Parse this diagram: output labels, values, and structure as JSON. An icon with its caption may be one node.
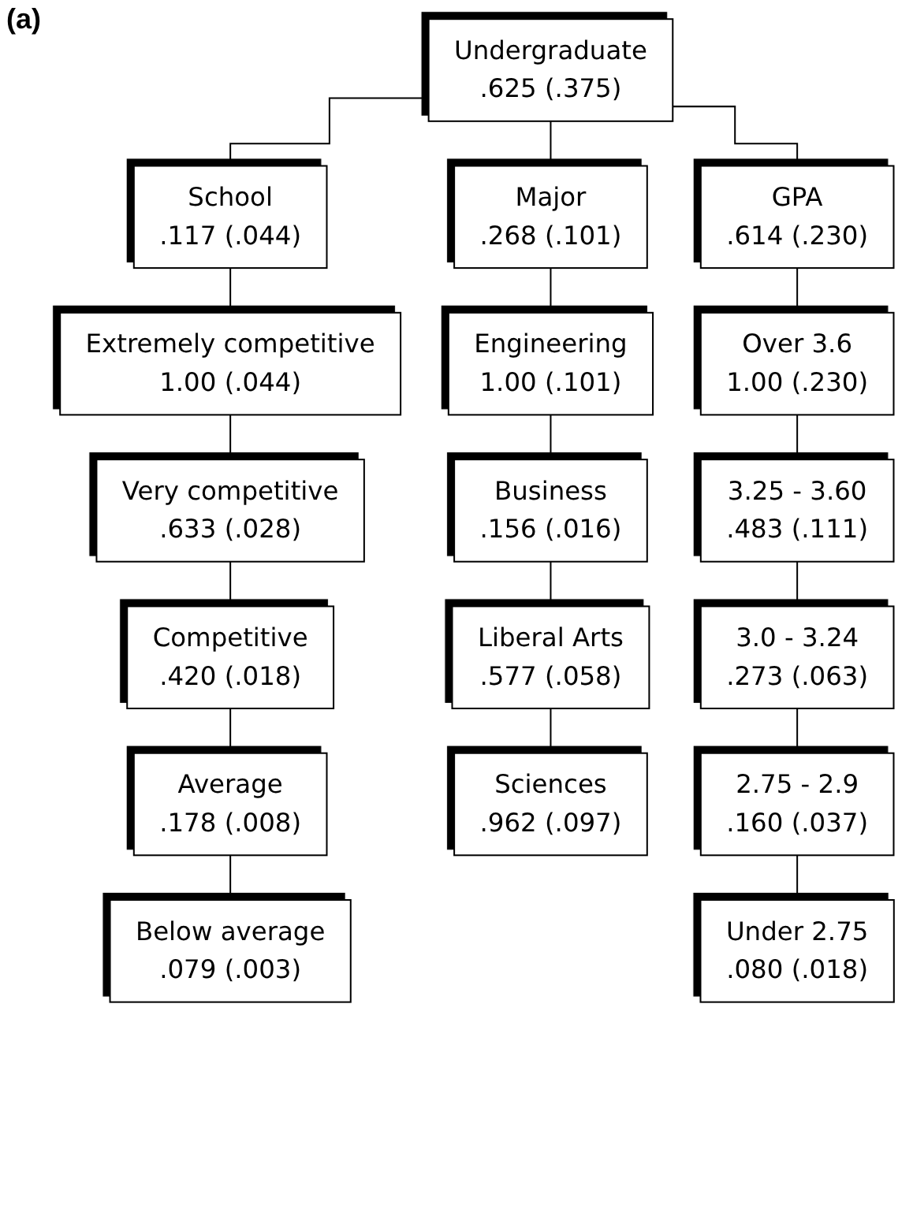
{
  "diagram": {
    "nodes": [
      {
        "text": [
          "Undergraduate",
          ".625 (.375)"
        ]
      },
      {
        "text": [
          "School",
          ".117 (.044)"
        ]
      },
      {
        "text": [
          "Major",
          ".268 (.101)"
        ]
      },
      {
        "text": [
          "GPA",
          ".614 (.230)"
        ]
      },
      {
        "text": [
          "Extremely competitive",
          "1.00 (.044)"
        ]
      },
      {
        "text": [
          "Engineering",
          "1.00 (.101)"
        ]
      },
      {
        "text": [
          "Over 3.6",
          "1.00 (.230)"
        ]
      },
      {
        "text": [
          "Very competitive",
          ".633 (.028)"
        ]
      },
      {
        "text": [
          "Business",
          ".156 (.016)"
        ]
      },
      {
        "text": [
          "3.25 - 3.60",
          ".483 (.111)"
        ]
      },
      {
        "text": [
          "Competitive",
          ".420 (.018)"
        ]
      },
      {
        "text": [
          "Liberal Arts",
          ".577 (.058)"
        ]
      },
      {
        "text": [
          "3.0 - 3.24",
          ".273 (.063)"
        ]
      },
      {
        "text": [
          "Average",
          ".178 (.008)"
        ]
      },
      {
        "text": [
          "Sciences",
          ".962 (.097)"
        ]
      },
      {
        "text": [
          "2.75 - 2.9",
          ".160 (.037)"
        ]
      },
      {
        "text": [
          "Below average",
          ".079 (.003)"
        ]
      },
      {
        "text": [
          "Under 2.75",
          ".080 (.018)"
        ]
      }
    ],
    "edges": [
      {
        "from": 0,
        "to": 1,
        "arrow": "none"
      },
      {
        "from": 0,
        "to": 2,
        "arrow": "none"
      },
      {
        "from": 0,
        "to": 3,
        "arrow": "none"
      },
      {
        "from": 1,
        "to": 4,
        "arrow": "none"
      },
      {
        "from": 4,
        "to": 7,
        "arrow": "none"
      },
      {
        "from": 7,
        "to": 10,
        "arrow": "none"
      },
      {
        "from": 10,
        "to": 13,
        "arrow": "none"
      },
      {
        "from": 13,
        "to": 16,
        "arrow": "none"
      },
      {
        "from": 2,
        "to": 5,
        "arrow": "none"
      },
      {
        "from": 5,
        "to": 8,
        "arrow": "none"
      },
      {
        "from": 8,
        "to": 11,
        "arrow": "none"
      },
      {
        "from": 11,
        "to": 14,
        "arrow": "none"
      },
      {
        "from": 3,
        "to": 6,
        "arrow": "none"
      },
      {
        "from": 6,
        "to": 9,
        "arrow": "none"
      },
      {
        "from": 9,
        "to": 12,
        "arrow": "none"
      },
      {
        "from": 12,
        "to": 15,
        "arrow": "none"
      },
      {
        "from": 15,
        "to": 17,
        "arrow": "none"
      }
    ],
    "labels": [
      "(a)"
    ]
  }
}
